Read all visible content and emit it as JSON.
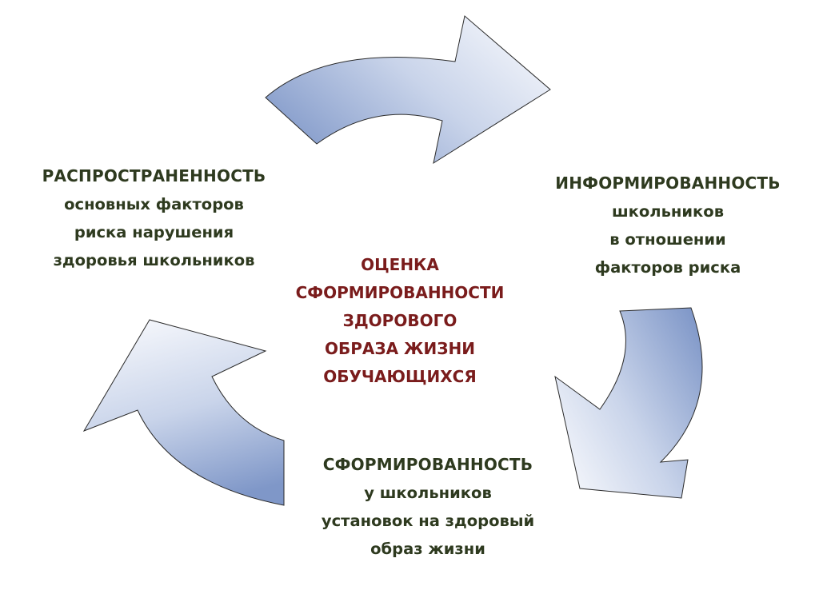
{
  "diagram": {
    "colors": {
      "text_main": "#2e3a1f",
      "text_center": "#7a1c1c",
      "arrow_light": "#f4f6fb",
      "arrow_dark": "#7f97c8",
      "arrow_stroke": "#2b2b2b"
    },
    "left": {
      "title": "РАСПРОСТРАНЕННОСТЬ",
      "lines": [
        "основных факторов",
        "риска нарушения",
        "здоровья школьников"
      ]
    },
    "right": {
      "title": "ИНФОРМИРОВАННОСТЬ",
      "lines": [
        "школьников",
        "в отношении",
        "факторов риска"
      ]
    },
    "bottom": {
      "title": "СФОРМИРОВАННОСТЬ",
      "lines": [
        "у школьников",
        "установок на здоровый",
        "образ жизни"
      ]
    },
    "center": {
      "lines": [
        "ОЦЕНКА",
        "СФОРМИРОВАННОСТИ",
        "ЗДОРОВОГО",
        "ОБРАЗА ЖИЗНИ",
        "ОБУЧАЮЩИХСЯ"
      ]
    }
  }
}
